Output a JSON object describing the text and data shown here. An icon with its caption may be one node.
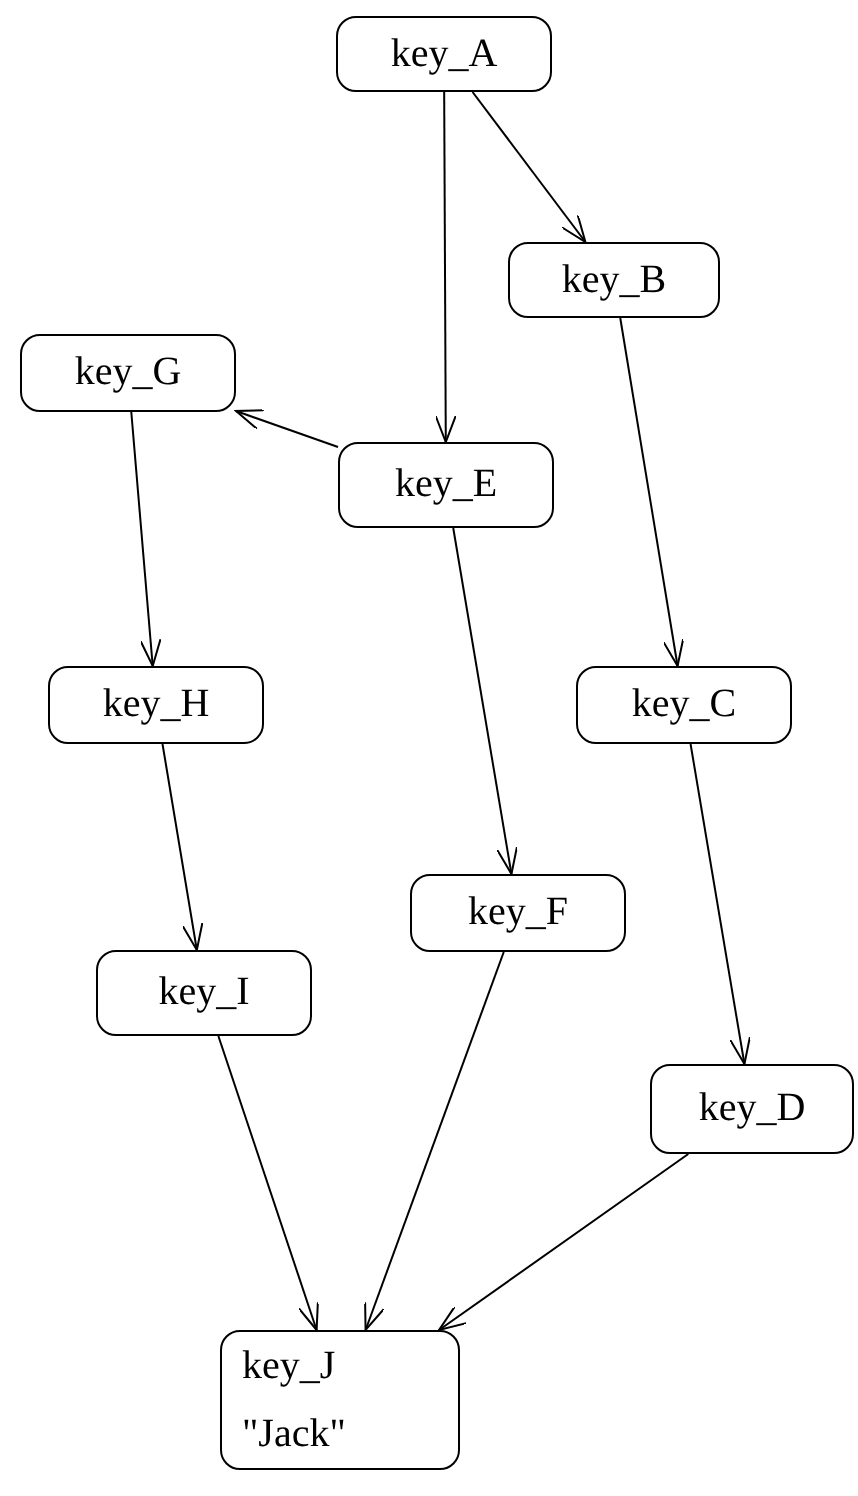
{
  "diagram": {
    "nodes": [
      {
        "text": [
          "key_A"
        ]
      },
      {
        "text": [
          "key_B"
        ]
      },
      {
        "text": [
          "key_G"
        ]
      },
      {
        "text": [
          "key_E"
        ]
      },
      {
        "text": [
          "key_H"
        ]
      },
      {
        "text": [
          "key_C"
        ]
      },
      {
        "text": [
          "key_F"
        ]
      },
      {
        "text": [
          "key_I"
        ]
      },
      {
        "text": [
          "key_D"
        ]
      },
      {
        "text": [
          "key_J",
          "\"Jack\""
        ]
      }
    ],
    "edges": [
      {
        "from": 0,
        "to": 3,
        "arrow": "to"
      },
      {
        "from": 0,
        "to": 1,
        "arrow": "to"
      },
      {
        "from": 3,
        "to": 2,
        "arrow": "to"
      },
      {
        "from": 1,
        "to": 5,
        "arrow": "to"
      },
      {
        "from": 2,
        "to": 4,
        "arrow": "to"
      },
      {
        "from": 3,
        "to": 6,
        "arrow": "to"
      },
      {
        "from": 5,
        "to": 8,
        "arrow": "to"
      },
      {
        "from": 4,
        "to": 7,
        "arrow": "to"
      },
      {
        "from": 7,
        "to": 9,
        "arrow": "to"
      },
      {
        "from": 6,
        "to": 9,
        "arrow": "to"
      },
      {
        "from": 8,
        "to": 9,
        "arrow": "to"
      }
    ]
  }
}
